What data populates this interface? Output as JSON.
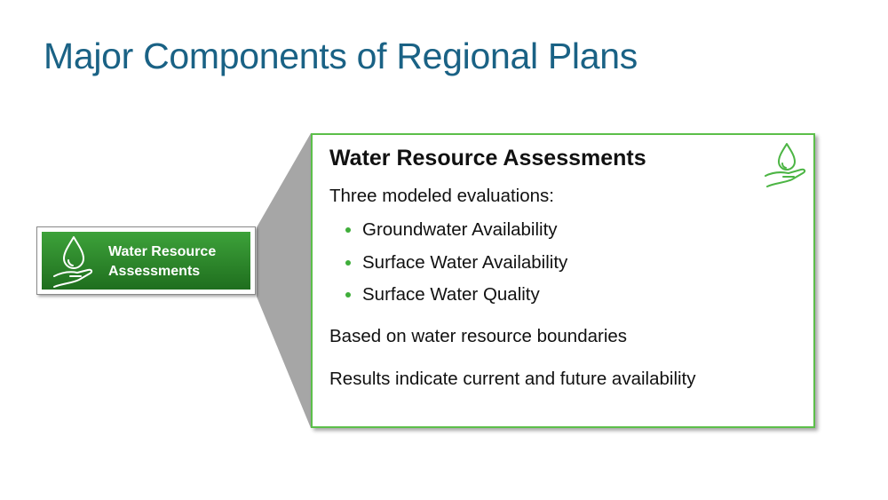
{
  "slide": {
    "title": "Major Components of Regional Plans"
  },
  "component_box": {
    "label_line1": "Water Resource",
    "label_line2": "Assessments",
    "icon": "water-drop-hand-icon",
    "color_top": "#3da23a",
    "color_bottom": "#1f6e1e"
  },
  "detail_box": {
    "title": "Water Resource Assessments",
    "icon": "water-drop-hand-icon",
    "border_color": "#5cbf4a",
    "intro": "Three modeled evaluations:",
    "bullets": [
      "Groundwater Availability",
      "Surface Water Availability",
      "Surface Water Quality"
    ],
    "bullet_color": "#3fae3a",
    "line2": "Based on water resource boundaries",
    "line3": "Results indicate current and future availability"
  }
}
